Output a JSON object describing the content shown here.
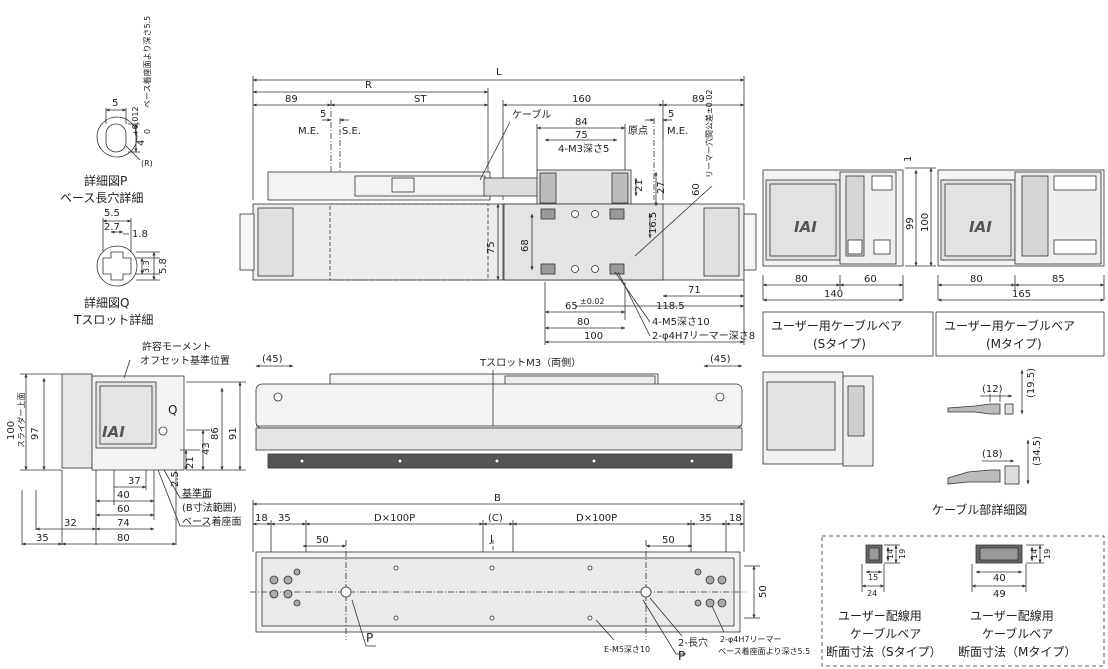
{
  "colors": {
    "line": "#333333",
    "body": "#e8e8e8",
    "dark": "#6e6e6e",
    "frame": "#d8d8d8",
    "belt": "#555555"
  },
  "detail_p": {
    "title": "詳細図P",
    "subtitle": "ベース長穴詳細",
    "dim_width": "5",
    "dim_depth": "4",
    "tol_plus": "+0.012",
    "tol_zero": "0",
    "depth_note": "ベース着座面より深さ5.5",
    "radius": "(R)"
  },
  "detail_q": {
    "title": "詳細図Q",
    "subtitle": "Tスロット詳細",
    "d1": "5.5",
    "d2": "2.7",
    "d3": "1.8",
    "d4": "3.3",
    "d5": "5.8"
  },
  "top_view": {
    "L": "L",
    "R": "R",
    "d89_left": "89",
    "ST": "ST",
    "d160": "160",
    "d89_right": "89",
    "d5_left": "5",
    "me_left": "M.E.",
    "se": "S.E.",
    "cable": "ケーブル",
    "origin": "原点",
    "d5_right": "5",
    "me_right": "M.E.",
    "d84": "84",
    "d75": "75",
    "m3": "4-M3深さ5",
    "d21": "21",
    "d27": "27",
    "d60": "60",
    "reamer_note": "リーマー穴間公差±0.02",
    "d16_5": "16.5",
    "d75_side": "75",
    "d68": "68",
    "d65": "65",
    "tol65": "±0.02",
    "d118_5": "118.5",
    "d71": "71",
    "d80": "80",
    "d100": "100",
    "m5": "4-M5深さ10",
    "h7": "2-φ4H7リーマー深さ8"
  },
  "right_views": {
    "d1": "1",
    "d99": "99",
    "d100": "100",
    "s_d80": "80",
    "s_d60": "60",
    "s_d140": "140",
    "m_d80": "80",
    "m_d85": "85",
    "m_d165": "165",
    "s_label_1": "ユーザー用ケーブルベア",
    "s_label_2": "(Sタイプ)",
    "m_label_1": "ユーザー用ケーブルベア",
    "m_label_2": "(Mタイプ)"
  },
  "cable_detail": {
    "d12": "(12)",
    "d19_5": "(19.5)",
    "d18": "(18)",
    "d34_5": "(34.5)",
    "title": "ケーブル部詳細図"
  },
  "end_view": {
    "moment_1": "許容モーメント",
    "moment_2": "オフセット基準位置",
    "q": "Q",
    "d100": "100",
    "d97": "97",
    "slider_top": "スライダー上面",
    "d86": "86",
    "d91": "91",
    "d43": "43",
    "d21": "21",
    "d37": "37",
    "d2_5": "2.5",
    "d40": "40",
    "d60": "60",
    "d74": "74",
    "d80": "80",
    "d32": "32",
    "d35": "35",
    "ref_face": "基準面",
    "b_range": "(B寸法範囲)",
    "base_face": "ベース着座面"
  },
  "front_view": {
    "d45_left": "(45)",
    "tslot": "TスロットM3（両側）",
    "d45_right": "(45)"
  },
  "bottom_view": {
    "B": "B",
    "d18_left": "18",
    "d35_left": "35",
    "dxp_left": "D×100P",
    "C": "(C)",
    "dxp_right": "D×100P",
    "d35_right": "35",
    "d18_right": "18",
    "d50_left": "50",
    "J": "J",
    "d50_right": "50",
    "d50_side": "50",
    "P_left": "P",
    "P_right": "P",
    "em5": "E-M5深さ10",
    "slot2": "2-長穴",
    "h7_1": "2-φ4H7リーマー",
    "h7_2": "ベース着座面より深さ5.5"
  },
  "section": {
    "s_d14": "14",
    "s_d19": "19",
    "s_d15": "15",
    "s_d24": "24",
    "m_d14": "14",
    "m_d19": "19",
    "m_d40": "40",
    "m_d49": "49",
    "s_l1": "ユーザー配線用",
    "s_l2": "ケーブルベア",
    "s_l3": "断面寸法（Sタイプ）",
    "m_l1": "ユーザー配線用",
    "m_l2": "ケーブルベア",
    "m_l3": "断面寸法（Mタイプ）"
  }
}
